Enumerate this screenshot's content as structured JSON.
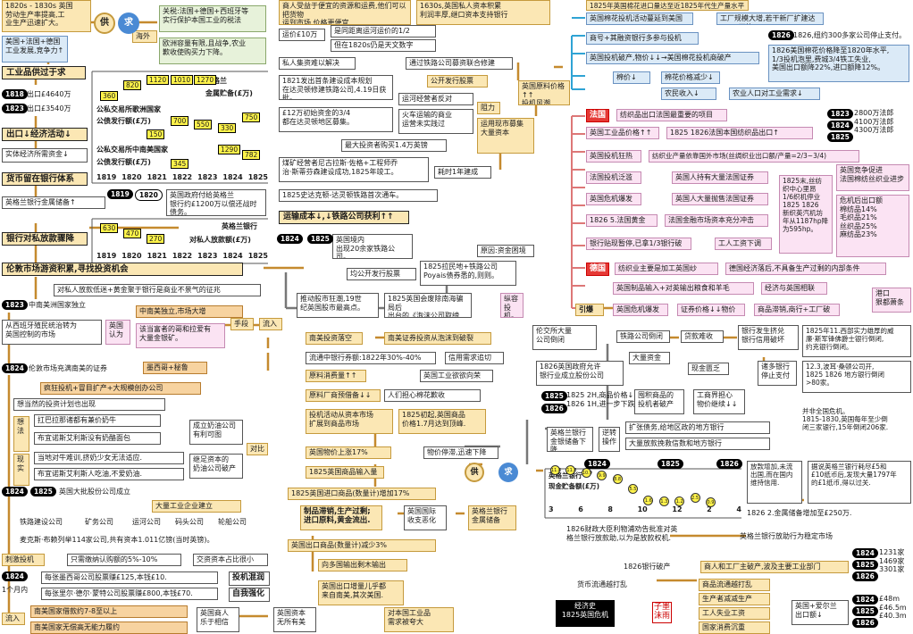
{
  "left": {
    "top_text": "1820s - 1830s 英国\n劳动生产率提高,工\n业生产迅速扩大。",
    "sfs": "美国+法国+德国\n工业发展,竞争力↑",
    "gong": "供",
    "qiu": "求",
    "haiwai": "海外",
    "haiwai_1": "关税:法国+德国+西班牙等\n实行保护本国工业的税法",
    "haiwai_2": "欧洲容量有限,且战争,农业\n歉收使购买力下降。",
    "oversupply": "工业品供过于求",
    "exp1": "出口£4640万",
    "exp2": "出口£3540万",
    "exp_head": "出口↓经济活动↓",
    "real_econ": "实体经济所需资金↓",
    "money_bank": "货币留在银行体系",
    "gold_res": "英格兰银行金属储备↑",
    "boe_1820": "英国政府付给英格兰\n银行约£1200万以偿还战时债务。",
    "bank_expand": "银行对私放款骤降",
    "cap_seek": "伦敦市场游资积累,寻找投资机会",
    "rate_fall": "对私人放款低迷+黄金聚于银行是商业不景气的征兆",
    "latam": "中南美洲国家独立",
    "latam_link": "从西班牙殖民统治转为\n英国控制的市场",
    "latam_recog": "英国\n认为",
    "latam_ind": "中南美独立,市场大增",
    "latam_dream": "该当富者的哥和拉爱有\n大量金银矿。",
    "shoubi": "手段",
    "inflow": "流入",
    "mex_head": "伦敦市场充满南美的证券",
    "mex_gold": "墨西哥+秘鲁",
    "crazy_reb": "疯狂投机+冒目扩产+大规模创办公司",
    "imagine": "想当然的投资计划也出现",
    "imag1": "扛巴拉那诸都有兼价奶牛",
    "imag2": "布宜诺斯艾利斯没有奶酪面包",
    "imag3": "成立奶油公司\n有利可图",
    "real1": "当地对牛难训,挤奶少女无法适应.",
    "real2": "布宜诺斯艾利斯人吃油,不爱奶油.",
    "real3": "继足资本的\n奶油公司破产",
    "contrast": "对比",
    "thought": "想法",
    "reality": "现实",
    "comp_found": "英国大批股份公司成立",
    "big_ind": "大量工业企业建立",
    "rail": "铁路建设公司",
    "mining": "矿务公司",
    "canal": "运河公司",
    "ship": "码头公司",
    "agri": "轮船公司",
    "capital_sum": "麦克斯·布赖列举114家公司,共有资本1.011亿镑(当时英镑)。",
    "spec": "刺激投机",
    "pay": "只需缴纳认购额的5%-10%",
    "share": "交资资本占比很小",
    "one_month": "1个月内",
    "mex_co": "每张墨西哥公司股票赚£125,本钱£10.",
    "peru_co": "每张里尔·德尔·蒙特公司股票赚£800,本钱£70.",
    "wild": "投机混润",
    "self": "自我强化",
    "flowin2": "流入",
    "us_debt": "南美国家借款约7-8至以上",
    "no_pay": "南美国家无偿高无能力履约",
    "uk_biz": "英国商人\n乐于相信",
    "uk_cap": "英国资本\n无所有美",
    "uk_ind": "对本国工业品\n需求被夸大",
    "chart1": {
      "title": "",
      "label1": "英格兰",
      "label2": "金属贮备(£万)",
      "vals": [
        "360",
        "820",
        "1120",
        "1010",
        "1270"
      ]
    },
    "chart2": {
      "label1": "公私交易所歌洲国家",
      "label2": "公债发行额(£万)",
      "vals": [
        "150",
        "700",
        "550",
        "330",
        "750"
      ]
    },
    "chart3": {
      "label1": "公私交易所中南美国家",
      "label2": "公债发行额(£万)",
      "vals": [
        "345",
        "1290",
        "782"
      ]
    },
    "chart4": {
      "label1": "英格兰银行",
      "label2": "对私人放款额(£万)",
      "vals": [
        "630",
        "470",
        "270"
      ]
    },
    "years": [
      "1819",
      "1820",
      "1821",
      "1822",
      "1823",
      "1824",
      "1825"
    ],
    "o1818": "1818",
    "o1823": "1823",
    "o1819": "1819",
    "o1820": "1820",
    "o1824": "1824",
    "o1825": "1825",
    "o1826": "1826"
  },
  "mid": {
    "top1": "商人受益于便宜的资源和运费,他们可以把货物\n运到市场,价格更便宜",
    "top2": "1630s,英国私人资本积累\n利润丰厚,继口资本支持银行",
    "sub1": "运价£10万",
    "sub2": "是同距离运河运价的1/2",
    "sub3": "但在1820s仍是天文数字",
    "pri_stk": "私人集资难以解决",
    "buy_rail": "通过铁路公司募资联合修建",
    "l1821": "1821发出首条建设成本规划\n在达灵顿修建铁路公司,4.19日获批。",
    "op1": "£12万初始资金的3/4\n都在达灵顿地区募集。",
    "op2": "运河经营者反对",
    "op3": "火车运输的商业\n运营未实践过",
    "op4": "最大投资者购买1.4万英镑",
    "l1825": "煤矿经营者尼古拉斯·佐格+工程师乔\n治·斯蒂芬森建设成功,1825年竣工。",
    "first": "1825史达克顿-达灵顿铁路首次通车。",
    "cost": "运输成本↓,↓铁路公司获利↑↑",
    "rail1": "英国境内\n出现20余家铁路公司。",
    "cus": "公开发行股票",
    "zu": "阻力",
    "apply": "运用现市募集\n大量资本",
    "years1": "耗时1年建成",
    "fx1": "均公开发行股票",
    "poyais": "1825拉民地+铁路公司\nPoyais债券悉的,则则。",
    "reason": "原因:资金困境",
    "nsa": "推动股市狂潮,19世\n纪英国股市最高点。",
    "nsa2": "1825英国会废除南海骗局后\n出台的《泡沫公司取缔法》",
    "reg": "纵容\n投机。",
    "invest1": "南美投资落空",
    "invest2": "南美证券投资从泡沫到破裂",
    "pct": "流通中银行券额:1822年30%-40%",
    "cred": "信用需求追切",
    "raw_up": "原料消费量↑↑",
    "raw_sto": "原料厂商预借备↓↓",
    "warn": "英国工业欲欲向荣",
    "warn2": "人们担心棉花歉收",
    "spec_raw": "投机活动从资本市场\n扩展到商品市场",
    "price": "1825初起,英国商品\n价格1.7月达到顶峰.",
    "rose17": "英国物价上涨17%",
    "prod_aff": "物价停滞,迅速下降",
    "imp": "1825英国商品输入量↑↑",
    "imp17": "1825英国进口商品(数量计)增加17%",
    "exp3": "英国出口商品(数量计)减少3%",
    "over": "制品滞销,生产过剩;\n进口原料,黄金流出.",
    "intl": "英国国际\n收支恶化",
    "boe_gold": "英格兰银行\n金属储备",
    "south": "向多国输出剩木输出",
    "pay_add": "英国出口增量儿乎都\n来自南美,其次美国.",
    "cotton": "英国原料价格↑↑\n投机风潮",
    "gong2": "供",
    "qiu2": "求"
  },
  "right": {
    "top": "1825年英国棉花进口量达至近1825年代生产量水平的1.5倍",
    "uk_plant": "英国棉花投机活动蔓延到美国",
    "fac": "工厂规模大增,若干新厂扩建达1.5-2万枚",
    "mer": "商号+其融资银行多参与投机",
    "fail": "英国投机破产,物价↓↓→美国棉花投机商破产",
    "n1": "1826,纽约300多家公司停止支付。",
    "n2": "1826美国棉花价格降至1820年水平,\n1/3投机泡里,费城3/4铁工失业,\n美国出口额降22%,进口额降12%。",
    "cot_price": "棉价↓",
    "cot_mig": "棉花价格减少↓",
    "farm": "农民收入↓",
    "farm2": "农业人口对工业需求↓",
    "france": "法国",
    "fr1": "纺织品出口法国最重要的项目",
    "fr2": "英国工业品价格↑↑",
    "fr3": "1825 1826法国本国纺织品出口↑",
    "fr_n": "2800万法郎\n4100万法郎\n4300万法郎",
    "fr4": "英国投机狂热",
    "fr5": "纺织业产量依靠国外市场(丝绸织业出口额/产量=2/3~3/4)",
    "fr6": "法国投机泛滥",
    "fr7": "英国人持有大量法国证券",
    "fr8": "英国危机爆发",
    "fr9": "英国人大量抛售法国证券",
    "fr10": "1826 5.法国黄金",
    "fr11": "法国金融市场资本充分冲击",
    "fr12": "银行贴现暂停,已拿1/3银行破产。",
    "fr13": "工人工资下调",
    "fr_cr": "1825末,丝纺\n织中心里昂\n1/6织机停业\n1825 1826\n新织英汽机坊\n年从1187hp降\n为595hp。",
    "fr_ch": "英国竞争促进\n法国棉纺丝织业进步",
    "fr_loss": "危机后出口额\n棉纺品14%\n毛织品21%\n丝织品25%\n麻纺品23%",
    "german": "德国",
    "gm1": "纺织业主要是加工英国纱",
    "gm2": "德国经济落后,不具备生产过剩的内部条件",
    "gm3": "英国制品输入+对英输出粮食和羊毛",
    "gm4": "经济与英国相联",
    "gm5": "英国危机爆发",
    "gm6": "证券价格↓↓物价↓↓",
    "gm7": "商品滞销,商行+工厂破产",
    "gm_w": "港口\n狠都萧条",
    "yin": "引爆",
    "ex": "伦交所大量\n公司倒闭",
    "crash": "铁路公司倒闭",
    "debt": "贷款难收",
    "bank_rel": "银行发生挤兑\n银行信用破坏",
    "londbank": "1825年11.西部实力雄厚的威\n廉·斯军锋佛爵士银行倒闭,\n约克银行倒闭。",
    "londbank2": "12.3,波耳·桑顿公司开,\n1825 1826 地方银行倒闭\n>80家。",
    "rec": "并非全国危机。\n1815-1830,英国每年至少倒\n闭三家银行,15年倒闭206家.",
    "uk_sup": "1826英国政府允许\n银行业成立股份公司",
    "big": "大量资金",
    "cash": "现金匮乏",
    "loan": "诸多银行\n停止支付",
    "pay_prob": "1825 2H,商品价格↓\n1826 1H,进一步下跌.",
    "hoard": "囤积商品的\n投机者破产",
    "wk": "工商界担心\n物价继续↓↓",
    "help": "扩张债务,给地区政的地方银行",
    "cred2": "大量放款挽救信数和地方银行",
    "gold_out": "英格兰银行\n金银储备下降",
    "flow": "逆转\n操作",
    "pro": "放款增加,未流\n出国,而在国内\n维持信用.",
    "pro2": "据说英格兰银行耗尽£5和\n£10纸币后,发现大量1797年\n的£1纸币,得以过关.",
    "gold_inc": "1826 2.金属储备增加至£250万.",
    "add": "1826财政大臣利物浦劝告批准对英\n格兰银行放款助,以为是放款权机.",
    "anchor": "英格兰银行放助行为稳定市场",
    "bank_br": "1826银行破产",
    "biz_br": "商人和工厂主破产,波及主要工业部门",
    "cur": "货币流通越打乱",
    "flow2": "商品流通越打乱",
    "pro_dec": "生产者减减生产",
    "unemp": "工人失业工资",
    "cons": "国家消费沉重",
    "uk_exp": "英国+爱尔兰\n出口额↓",
    "nums1": "1231家\n1469家\n3301家",
    "nums2": "£48m\n£46.5m\n£40.3m",
    "title1": "经济史",
    "title2": "1825英国危机",
    "sig": "子墨\n沫雨",
    "boechart": {
      "label1": "英格兰银行",
      "label2": "现金贮备额(£万)",
      "x": [
        "3",
        "6",
        "8",
        "10",
        "12",
        "2",
        "4"
      ],
      "vals": [
        "11.8",
        "11.8",
        "10.9",
        "9.9",
        "8.8",
        "5.5",
        "1.6",
        "1.3",
        "1.2",
        "2.5",
        "0.9"
      ]
    }
  }
}
